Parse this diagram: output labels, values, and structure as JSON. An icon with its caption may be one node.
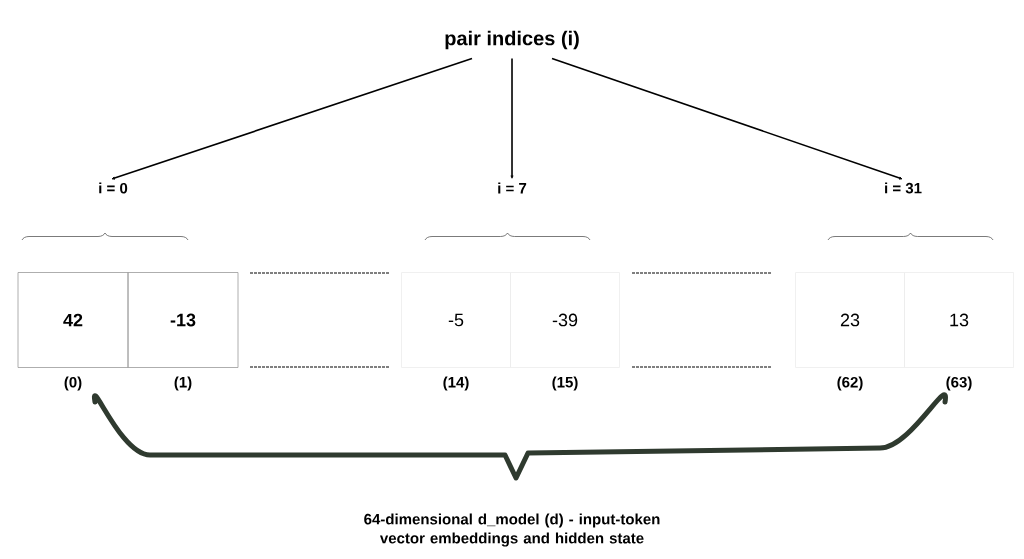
{
  "diagram": {
    "nodes": [
      {
        "text": [
          "pair indices (i)"
        ]
      },
      {
        "text": [
          "i = 0"
        ]
      },
      {
        "text": [
          "i = 7"
        ]
      },
      {
        "text": [
          "i = 31"
        ]
      },
      {
        "text": [
          "42"
        ],
        "beside": [
          "(0)"
        ]
      },
      {
        "text": [
          "-13"
        ],
        "beside": [
          "(1)"
        ]
      },
      {
        "text": [
          "-5"
        ],
        "beside": [
          "(14)"
        ]
      },
      {
        "text": [
          "-39"
        ],
        "beside": [
          "(15)"
        ]
      },
      {
        "text": [
          "23"
        ],
        "beside": [
          "(62)"
        ]
      },
      {
        "text": [
          "13"
        ],
        "beside": [
          "(63)"
        ]
      }
    ],
    "edges": [
      {
        "from": 0,
        "to": 1,
        "arrow": "to"
      },
      {
        "from": 0,
        "to": 2,
        "arrow": "to"
      },
      {
        "from": 0,
        "to": 3,
        "arrow": "to"
      }
    ],
    "labels": [
      "64-dimensional d_model (d) - input-token vector embeddings and hidden state"
    ]
  }
}
